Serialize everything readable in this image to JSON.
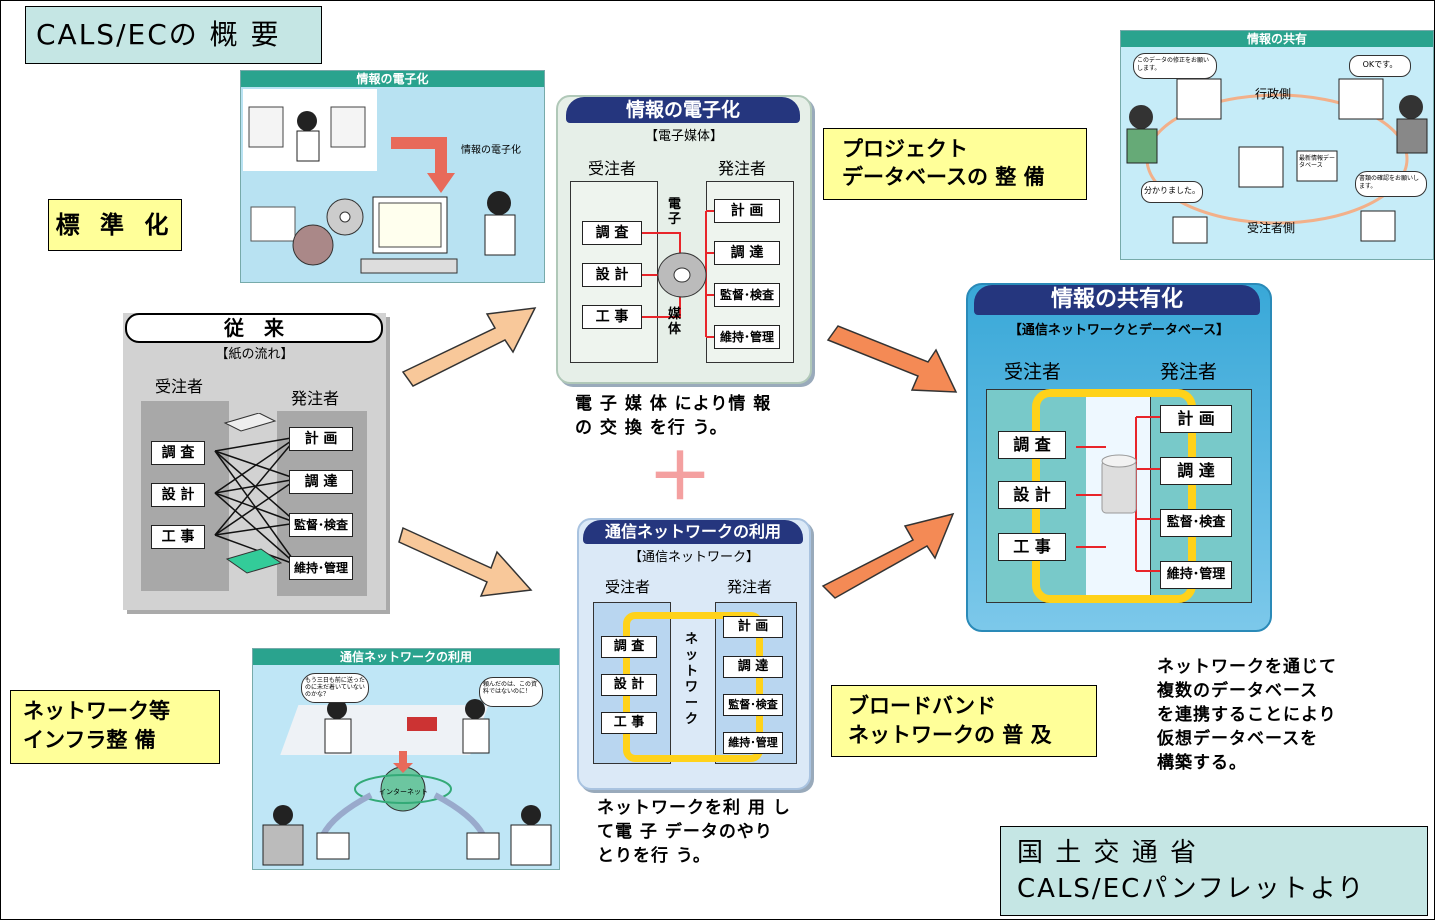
{
  "title": "CALS/ECの 概 要",
  "labels": {
    "standardization": "標 準 化",
    "project_db": [
      "プロジェクト",
      "データベースの 整 備"
    ],
    "network_infra": [
      "ネットワーク等",
      "インフラ整 備"
    ],
    "broadband": [
      "ブロードバンド",
      "ネットワークの 普 及"
    ]
  },
  "captions": {
    "electronic": [
      "電 子 媒 体 により情 報",
      "の 交 換 を行 う。"
    ],
    "network": [
      "ネットワークを利 用 し",
      "て電 子 データのやり",
      "とりを行 う。"
    ],
    "shared": [
      "ネットワークを通じて",
      "複数のデータベース",
      "を連携することにより",
      "仮想データベースを",
      "構築する。"
    ]
  },
  "source": [
    "国 土 交 通 省",
    "CALS/ECパンフレットより"
  ],
  "plus": "＋",
  "panels": {
    "traditional": {
      "title": "従　来",
      "subtitle": "【紙の流れ】",
      "left_head": "受注者",
      "right_head": "発注者",
      "left": [
        "調 査",
        "設 計",
        "工 事"
      ],
      "right": [
        "計 画",
        "調 達",
        "監督･検査",
        "維持･管理"
      ]
    },
    "electronic": {
      "title": "情報の電子化",
      "subtitle": "【電子媒体】",
      "left_head": "受注者",
      "right_head": "発注者",
      "left": [
        "調 査",
        "設 計",
        "工 事"
      ],
      "right": [
        "計 画",
        "調 達",
        "監督･検査",
        "維持･管理"
      ],
      "middle": [
        "電",
        "子",
        "媒",
        "体"
      ]
    },
    "network": {
      "title": "通信ネットワークの利用",
      "subtitle": "【通信ネットワーク】",
      "left_head": "受注者",
      "right_head": "発注者",
      "left": [
        "調 査",
        "設 計",
        "工 事"
      ],
      "right": [
        "計 画",
        "調 達",
        "監督･検査",
        "維持･管理"
      ],
      "middle": [
        "ネ",
        "ッ",
        "ト",
        "ワ",
        "ー",
        "ク"
      ]
    },
    "shared": {
      "title": "情報の共有化",
      "subtitle": "【通信ネットワークとデータベース】",
      "left_head": "受注者",
      "right_head": "発注者",
      "left": [
        "調 査",
        "設 計",
        "工 事"
      ],
      "right": [
        "計 画",
        "調 達",
        "監督･検査",
        "維持･管理"
      ]
    }
  },
  "illustrations": {
    "digitize": {
      "header": "情報の電子化",
      "label": "情報の電子化"
    },
    "network_use": {
      "header": "通信ネットワークの利用",
      "bubble_left": "もう三日も前に送ったのに未だ着いていないのかな？",
      "bubble_right": "頼んだのは、この資料ではないのに！",
      "globe": "インターネット"
    },
    "sharing": {
      "header": "情報の共有",
      "admin": "行政側",
      "contractor": "受注者側",
      "bubble1": "このデータの修正をお願いします。",
      "bubble2": "OKです。",
      "bubble3": "分かりました。",
      "bubble4": "書類の確認をお願いします。",
      "center": "最新情報データベース"
    }
  },
  "colors": {
    "arrow": "#f8b57c",
    "arrow_hot": "#f48a55",
    "title_box": "#c5e6e4",
    "yellow_box": "#ffff99",
    "panel_head": "#25367e",
    "red_line": "#e8252a",
    "yellow_ring": "#ffd21a"
  }
}
